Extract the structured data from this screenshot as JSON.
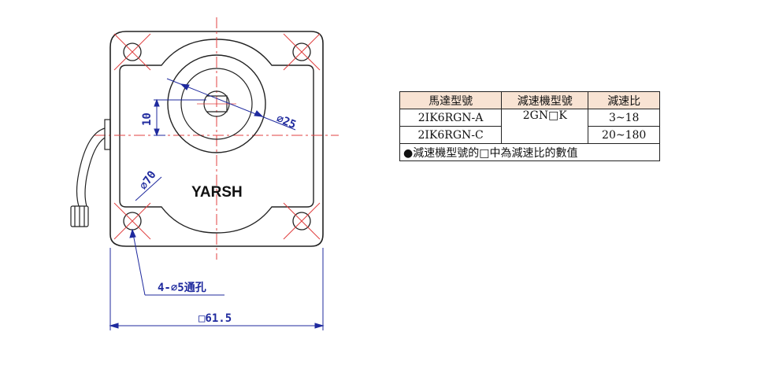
{
  "drawing": {
    "brand": "YARSH",
    "dim_height": "10",
    "dim_diameter_inner": "⌀25",
    "dim_diameter_outer": "⌀70",
    "dim_holes": "4-⌀5通孔",
    "dim_width": "□61.5"
  },
  "table": {
    "headers": [
      "馬達型號",
      "減速機型號",
      "減速比"
    ],
    "rows": [
      {
        "motor": "2IK6RGN-A",
        "gear": "2GN□K",
        "ratio": "3~18"
      },
      {
        "motor": "2IK6RGN-C",
        "gear": "",
        "ratio": "20~180"
      }
    ],
    "note": "●減速機型號的□中為減速比的數值"
  },
  "colors": {
    "outline": "#222222",
    "center_line": "#e04040",
    "dimension": "#1f2a9e",
    "header_bg": "#f8e3d3"
  }
}
